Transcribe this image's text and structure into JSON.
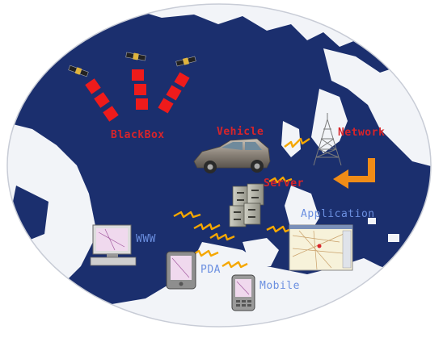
{
  "labels": {
    "blackbox": "BlackBox",
    "vehicle": "Vehicle",
    "network": "Network",
    "server": "Server",
    "application": "Application",
    "www": "WWW",
    "pda": "PDA",
    "mobile": "Mobile"
  },
  "colors": {
    "ocean": "#1b2f6e",
    "land": "#f2f4f8",
    "signal": "#ee1b1b",
    "label_red": "#d8242a",
    "label_blue": "#6b8fe0",
    "arrow_orange": "#f08c17",
    "lightning": "#f5a700"
  }
}
